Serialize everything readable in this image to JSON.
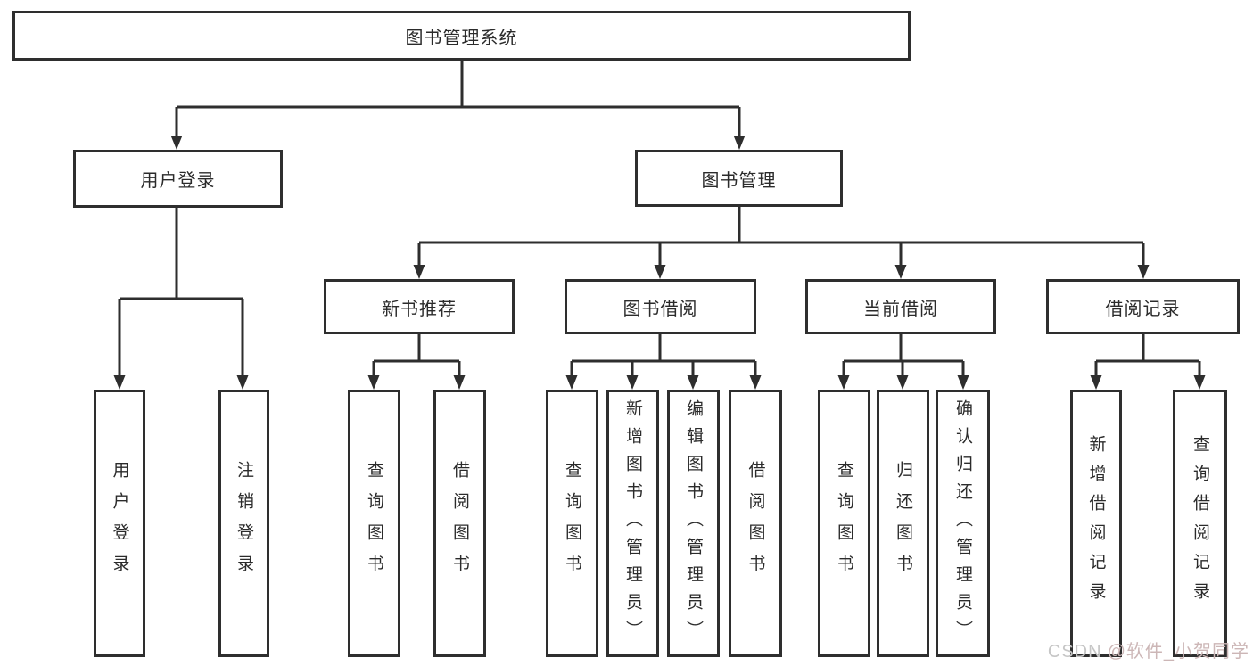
{
  "diagram": {
    "root": {
      "label": "图书管理系统"
    },
    "level1": [
      {
        "id": "user-login",
        "label": "用户登录"
      },
      {
        "id": "book-management",
        "label": "图书管理"
      }
    ],
    "level2": [
      {
        "id": "new-book-recommend",
        "label": "新书推荐"
      },
      {
        "id": "book-borrow",
        "label": "图书借阅"
      },
      {
        "id": "current-borrow",
        "label": "当前借阅"
      },
      {
        "id": "borrow-records",
        "label": "借阅记录"
      }
    ],
    "leaves": [
      {
        "id": "user-login-leaf",
        "label": "用户登录"
      },
      {
        "id": "logout",
        "label": "注销登录"
      },
      {
        "id": "query-books-recommend",
        "label": "查询图书"
      },
      {
        "id": "borrow-books-recommend",
        "label": "借阅图书"
      },
      {
        "id": "query-books-borrow",
        "label": "查询图书"
      },
      {
        "id": "add-books-admin",
        "label": "新增图书（管理员）"
      },
      {
        "id": "edit-books-admin",
        "label": "编辑图书（管理员）"
      },
      {
        "id": "borrow-books",
        "label": "借阅图书"
      },
      {
        "id": "query-books-current",
        "label": "查询图书"
      },
      {
        "id": "return-books",
        "label": "归还图书"
      },
      {
        "id": "confirm-return-admin",
        "label": "确认归还（管理员）"
      },
      {
        "id": "add-borrow-record",
        "label": "新增借阅记录"
      },
      {
        "id": "query-borrow-record",
        "label": "查询借阅记录"
      }
    ]
  },
  "watermark": {
    "brand": "CSDN",
    "handle": "@软件_小贺同学"
  },
  "colors": {
    "line": "#2e2e2e",
    "box_border": "#2e2e2e",
    "text": "#2b2b2b",
    "watermark_brand": "#c6c6c6",
    "watermark_handle": "#ccb6b6",
    "background": "#ffffff"
  }
}
